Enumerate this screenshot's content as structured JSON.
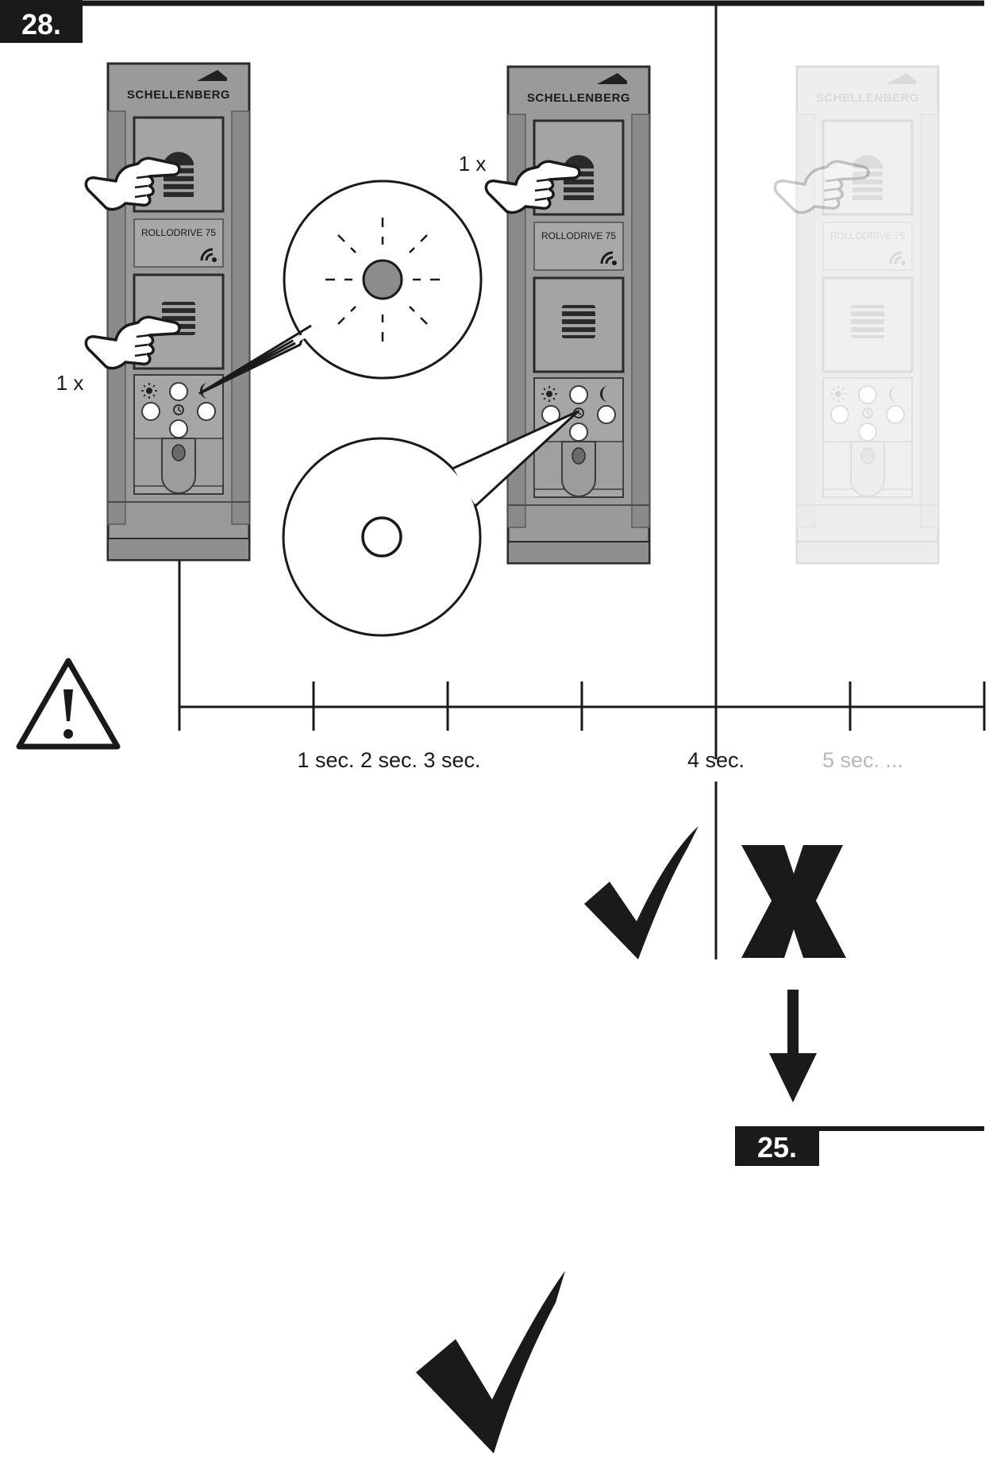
{
  "step": {
    "number": "28.",
    "next_number": "25."
  },
  "device": {
    "brand": "SCHELLENBERG",
    "model": "ROLLODRIVE 75"
  },
  "press_labels": {
    "down_press": "1 x",
    "up_press": "1 x"
  },
  "timeline": {
    "ticks": [
      "1 sec. 2 sec. 3 sec.",
      "4 sec.",
      "5 sec. ..."
    ]
  },
  "colors": {
    "device_fill": "#9e9e9e",
    "device_faded": "#efefef",
    "led_blink": "#8c8c8c",
    "faded_text": "#b8b8b8",
    "ink": "#1a1a1a"
  },
  "icons": {
    "warning": "warning-triangle-icon",
    "check": "check-mark-icon",
    "cross": "cross-mark-icon",
    "arrow": "arrow-down-icon",
    "hand": "pointing-hand-icon"
  }
}
